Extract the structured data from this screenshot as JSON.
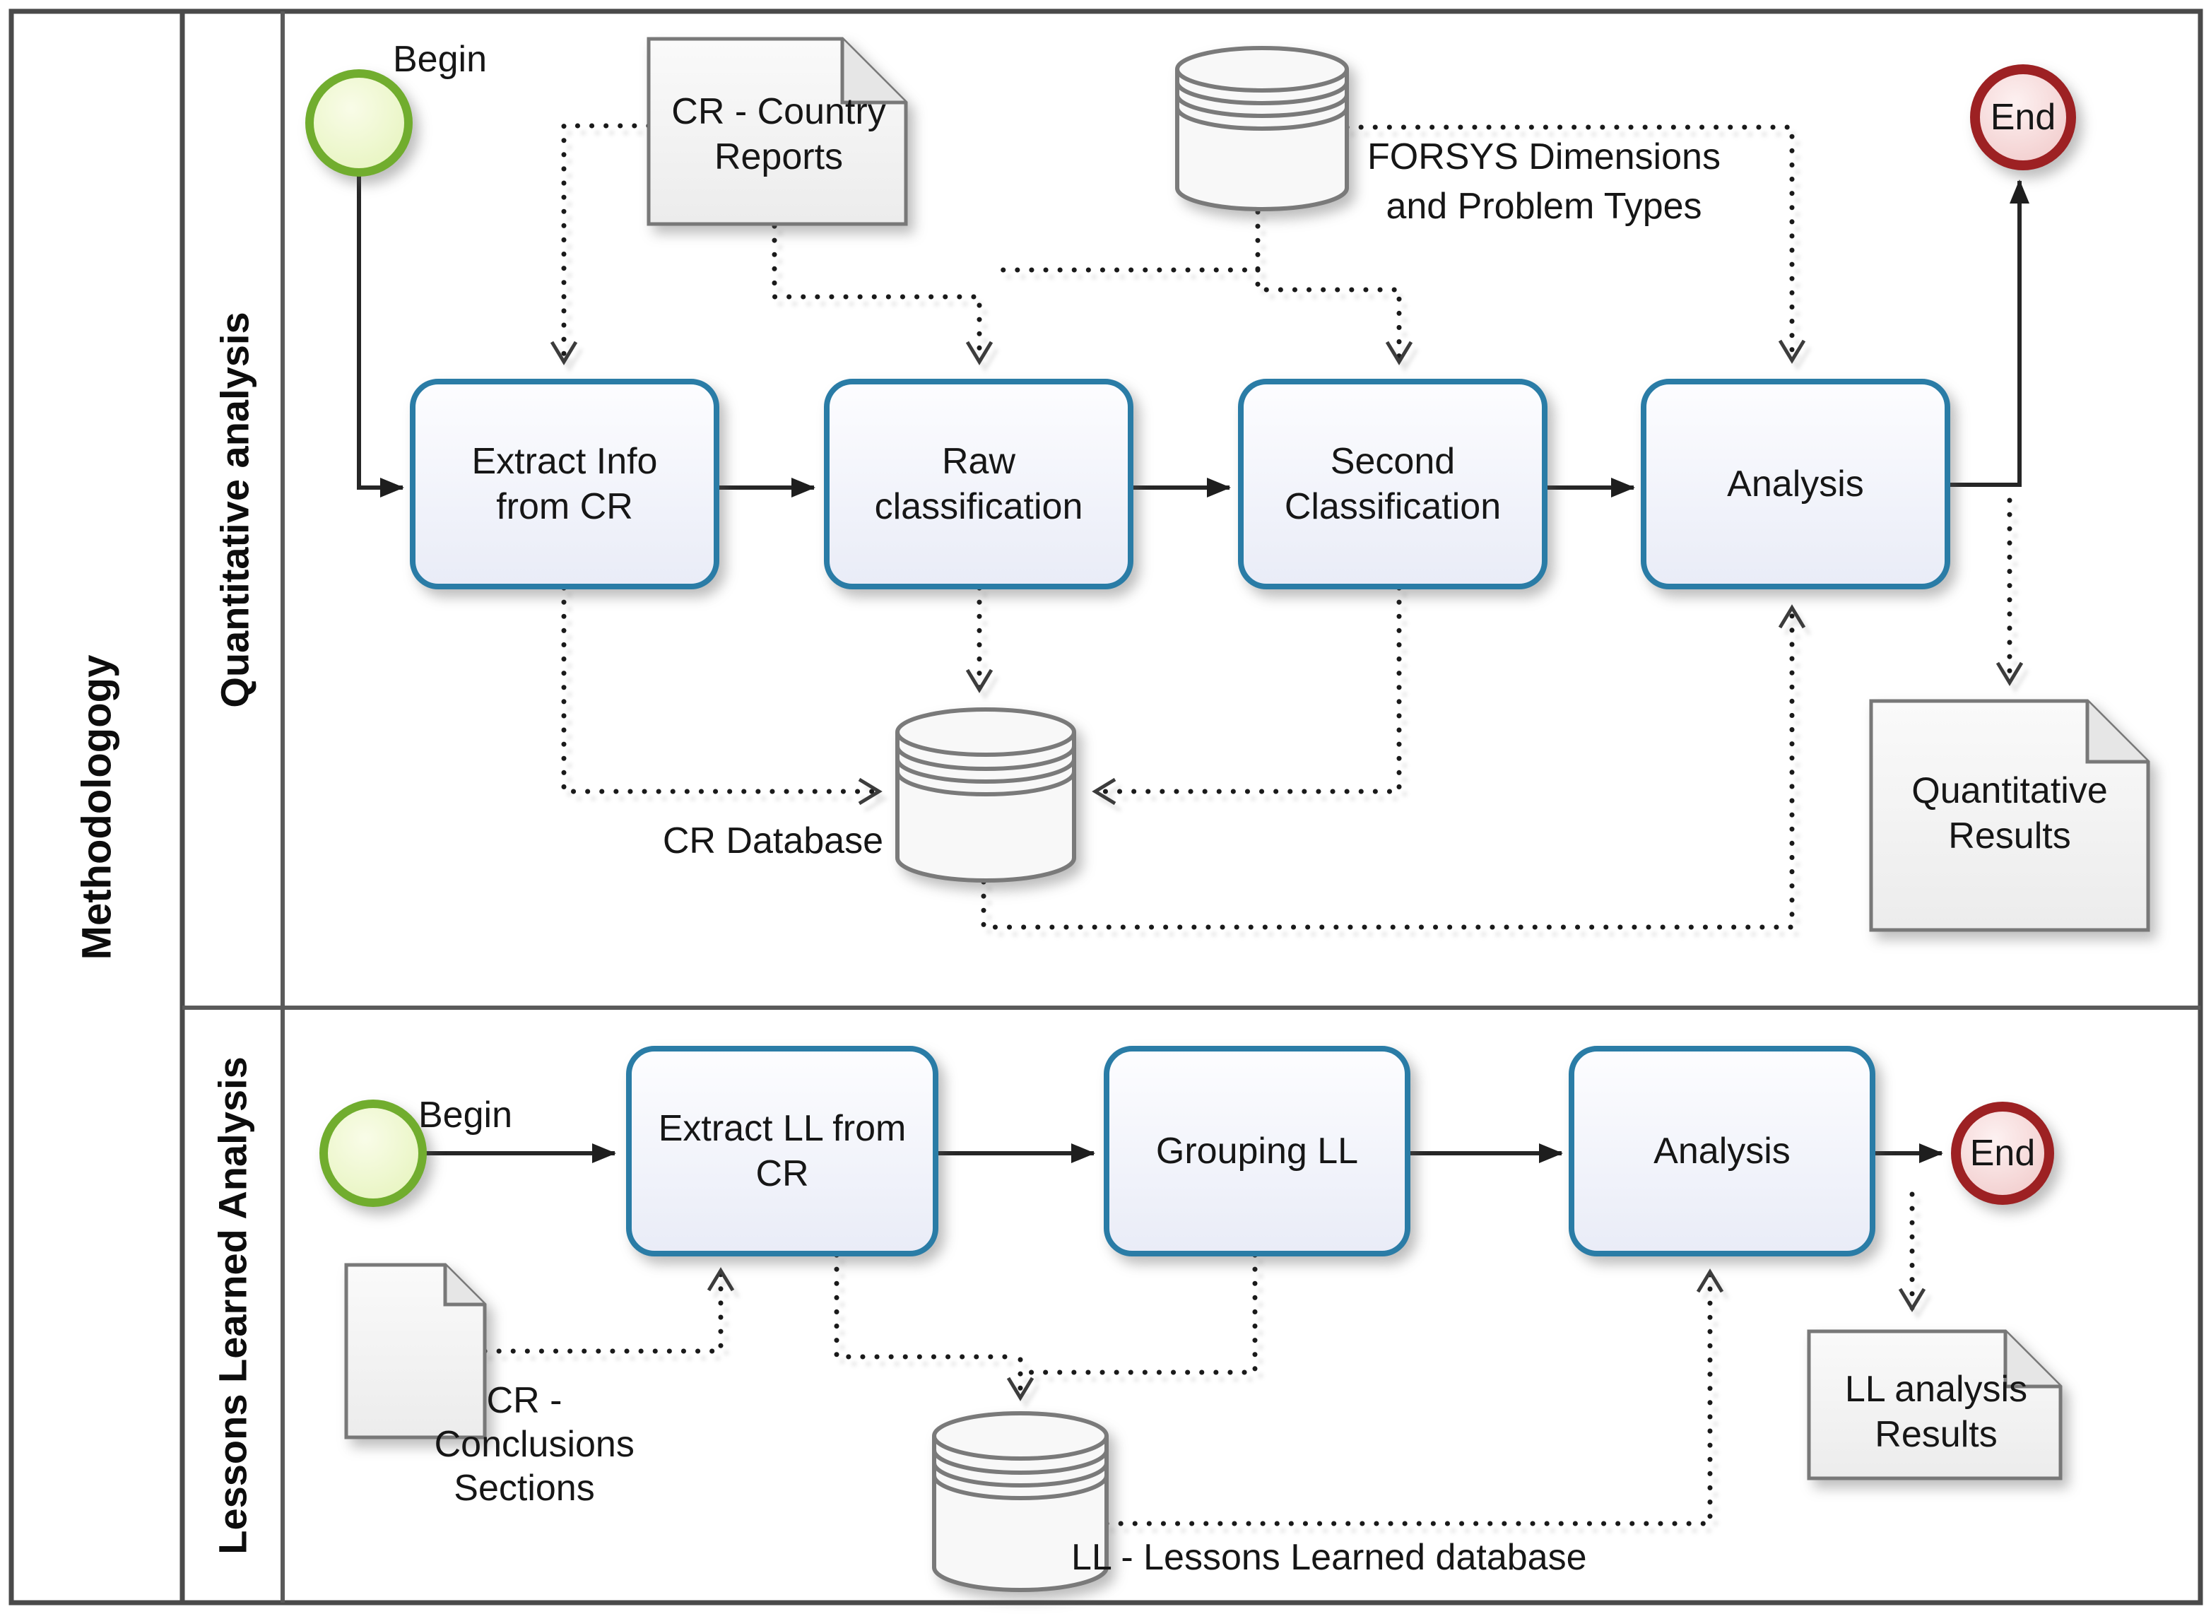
{
  "pool": {
    "label": "Methodologogy"
  },
  "lanes": [
    {
      "label": "Quantitative analysis"
    },
    {
      "label": "Lessons Learned Analysis"
    }
  ],
  "quantitative": {
    "begin_label": "Begin",
    "end_label": "End",
    "tasks": [
      {
        "label": "Extract Info from CR"
      },
      {
        "label": "Raw classification"
      },
      {
        "label": "Second Classification"
      },
      {
        "label": "Analysis"
      }
    ],
    "artifacts": {
      "country_reports_note": "CR - Country Reports",
      "forsys_db_label": "FORSYS Dimensions and Problem Types",
      "cr_database_label": "CR Database",
      "results_note": "Quantitative Results"
    }
  },
  "lessons": {
    "begin_label": "Begin",
    "end_label": "End",
    "tasks": [
      {
        "label": "Extract LL from CR"
      },
      {
        "label": "Grouping LL"
      },
      {
        "label": "Analysis"
      }
    ],
    "artifacts": {
      "conclusions_note": "CR - Conclusions Sections",
      "ll_database_label": "LL - Lessons Learned database",
      "results_note": "LL analysis Results"
    }
  },
  "colors": {
    "task_border": "#2a7ca6",
    "task_fill_top": "#fdfdff",
    "task_fill_bottom": "#e9ecf7",
    "begin_ring": "#71ad2e",
    "begin_fill": "#ecf6c6",
    "end_ring": "#9d2123",
    "end_fill": "#f2cdcd",
    "note_border": "#787878",
    "note_fill": "#f5f5f5",
    "line_solid": "#262626",
    "line_dotted": "#1a1a1a",
    "frame": "#4a4a4a"
  }
}
